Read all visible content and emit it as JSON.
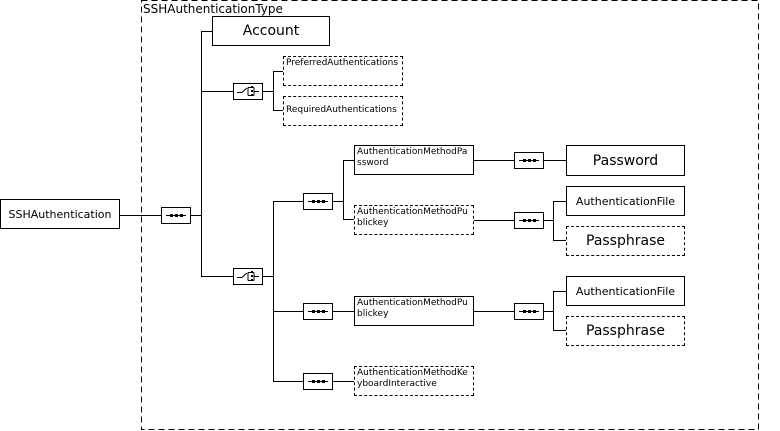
{
  "type_name": "SSHAuthenticationType",
  "root_element": "SSHAuthentication",
  "elements": {
    "account": "Account",
    "preferred_authentications": "PreferredAuthentications",
    "required_authentications": "RequiredAuthentications",
    "password_method": "AuthenticationMethodPassword",
    "publickey_method_optional": "AuthenticationMethodPublickey",
    "publickey_method": "AuthenticationMethodPublickey",
    "keyboard_interactive_method": "AuthenticationMethodKeyboardInteractive",
    "password": "Password",
    "authentication_file_1": "AuthenticationFile",
    "passphrase_1": "Passphrase",
    "authentication_file_2": "AuthenticationFile",
    "passphrase_2": "Passphrase"
  },
  "compositors": {
    "root_sequence": "sequence-icon",
    "options_choice": "choice-icon",
    "methods_choice": "choice-icon",
    "password_method_sequence": "sequence-icon",
    "publickey_branch_sequence": "sequence-icon",
    "publickey_branch_inner_sequence": "sequence-icon",
    "publickey_method_sequence": "sequence-icon",
    "publickey_method_inner_sequence": "sequence-icon",
    "keyboard_interactive_sequence": "sequence-icon"
  }
}
